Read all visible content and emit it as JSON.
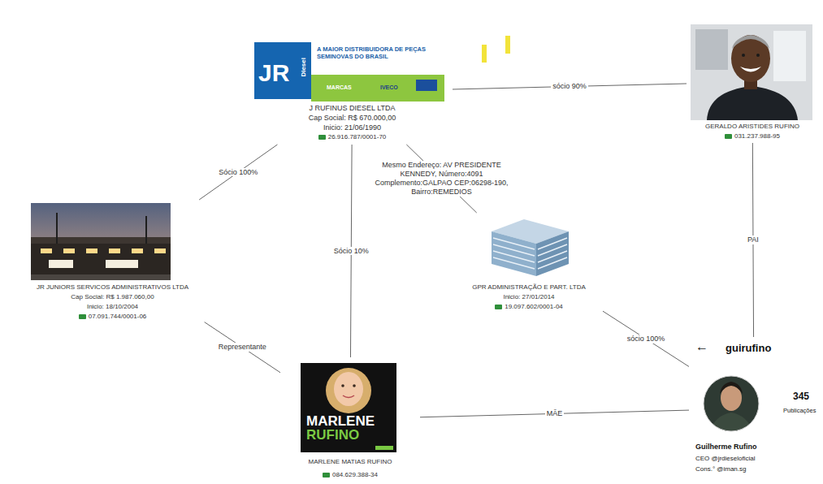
{
  "diagram": {
    "nodes": [
      {
        "text": [
          "JR",
          "Diesel",
          "A MAIOR DISTRIBUIDORA DE PEÇAS SEMINOVAS DO BRASIL",
          "MARCAS",
          "IVECO",
          "J RUFINUS DIESEL LTDA",
          "Cap Social: R$ 670.000,00",
          "Inicio: 21/06/1990",
          "26.916.787/0001-70"
        ]
      },
      {
        "text": [
          "GERALDO ARISTIDES RUFINO",
          "031.237.988-95"
        ]
      },
      {
        "text": [
          "JR JUNIORS SERVICOS ADMINISTRATIVOS LTDA",
          "Cap Social: R$ 1.987.060,00",
          "Inicio: 18/10/2004",
          "07.091.744/0001-06"
        ]
      },
      {
        "text": [
          "GPR ADMINISTRAÇÃO E PART. LTDA",
          "Inicio: 27/01/2014",
          "19.097.602/0001-04"
        ]
      },
      {
        "text": [
          "←",
          "guirufino",
          "345",
          "Publicações",
          "Guilherme Rufino",
          "CEO @jrdieseloficial",
          "Cons.° @iman.sg"
        ]
      },
      {
        "text": [
          "MARLENE RUFINO",
          "MARLENE MATIAS RUFINO",
          "084.629.388-34"
        ]
      }
    ],
    "edges": [
      {
        "from": 1,
        "to": 0,
        "arrow": "none",
        "label": "sócio 90%"
      },
      {
        "from": 0,
        "to": 2,
        "arrow": "none",
        "label": "Sócio 100%"
      },
      {
        "from": 0,
        "to": 3,
        "arrow": "none",
        "label": "Mesmo Endereço: AV PRESIDENTE KENNEDY, Número:4091 Complemento:GALPAO CEP:06298-190, Bairro:REMEDIOS"
      },
      {
        "from": 5,
        "to": 0,
        "arrow": "none",
        "label": "Sócio 10%"
      },
      {
        "from": 2,
        "to": 5,
        "arrow": "none",
        "label": "Representante"
      },
      {
        "from": 1,
        "to": 4,
        "arrow": "none",
        "label": "PAI"
      },
      {
        "from": 4,
        "to": 3,
        "arrow": "none",
        "label": "sócio 100%"
      },
      {
        "from": 4,
        "to": 5,
        "arrow": "none",
        "label": "MÃE"
      }
    ]
  }
}
